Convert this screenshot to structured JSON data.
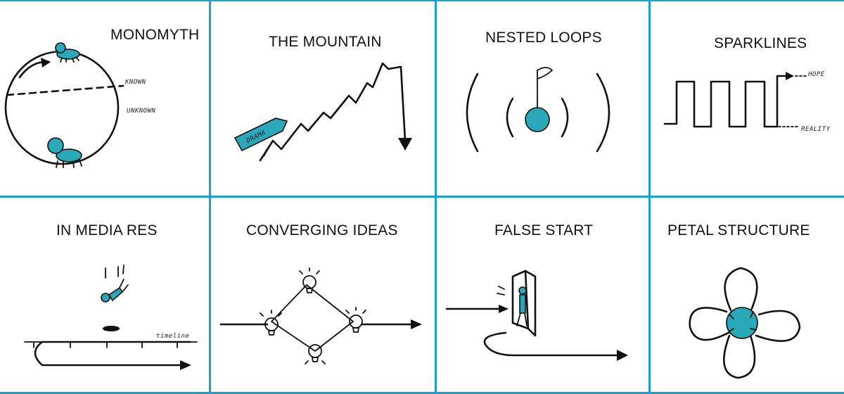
{
  "panels": [
    {
      "id": "monomyth",
      "title": "MONOMYTH",
      "labels": [
        "KNOWN",
        "UNKNOWN"
      ]
    },
    {
      "id": "mountain",
      "title": "THE MOUNTAIN",
      "labels": [
        "DRAMA"
      ]
    },
    {
      "id": "nested-loops",
      "title": "NESTED LOOPS",
      "labels": []
    },
    {
      "id": "sparklines",
      "title": "SPARKLINES",
      "labels": [
        "HOPE",
        "REALITY"
      ]
    },
    {
      "id": "in-media-res",
      "title": "IN MEDIA RES",
      "labels": [
        "timeline"
      ]
    },
    {
      "id": "converging-ideas",
      "title": "CONVERGING IDEAS",
      "labels": []
    },
    {
      "id": "false-start",
      "title": "FALSE START",
      "labels": []
    },
    {
      "id": "petal-structure",
      "title": "PETAL STRUCTURE",
      "labels": []
    }
  ],
  "colors": {
    "grid": "#1a9fd3",
    "accent": "#2aa8b8",
    "ink": "#111111"
  }
}
